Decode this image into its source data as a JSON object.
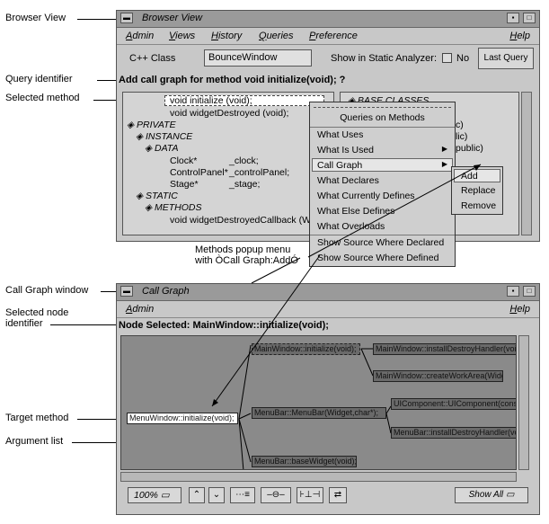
{
  "callouts": {
    "browser_view": "Browser View",
    "query_identifier": "Query identifier",
    "selected_method": "Selected method",
    "methods_popup_line1": "Methods popup menu",
    "methods_popup_line2": "with ÒCall Graph:AddÓ",
    "call_graph_window": "Call Graph window",
    "selected_node_line1": "Selected node",
    "selected_node_line2": "identifier",
    "target_method": "Target method",
    "argument_list": "Argument list"
  },
  "browser": {
    "title": "Browser View",
    "menus": [
      "Admin",
      "Views",
      "History",
      "Queries",
      "Preference"
    ],
    "help": "Help",
    "class_label": "C++ Class",
    "class_value": "BounceWindow",
    "static_label": "Show in Static Analyzer:",
    "static_no": "No",
    "last_query": "Last Query",
    "query_text": "Add call graph for method void initialize(void); ?",
    "tree": [
      "void      initialize      (void);",
      "void      widgetDestroyed   (void);",
      "PRIVATE",
      "INSTANCE",
      "DATA",
      "Clock*",
      "_clock;",
      "ControlPanel*",
      "_controlPanel;",
      "Stage*",
      "_stage;",
      "STATIC",
      "METHODS",
      "void widgetDestroyedCallback (Widg"
    ],
    "right_pane": [
      "BASE CLASSES",
      "c)",
      "lic)",
      "public)"
    ]
  },
  "popup": {
    "header": "Queries on Methods",
    "items": [
      "What Uses",
      "What Is Used",
      "Call Graph",
      "What Declares",
      "What Currently Defines",
      "What Else Defines",
      "What Overloads",
      "Show Source Where Declared",
      "Show Source Where Defined"
    ],
    "submenu": [
      "Add",
      "Replace",
      "Remove"
    ]
  },
  "callgraph": {
    "title": "Call Graph",
    "menu": "Admin",
    "help": "Help",
    "node_selected": "Node Selected: MainWindow::initialize(void);",
    "nodes": {
      "target": "MenuWindow::initialize(void);",
      "mw_init": "MainWindow::initialize(void);",
      "mw_install": "MainWindow::installDestroyHandler(void",
      "mw_create": "MainWindow::createWorkArea(Widget);",
      "menubar": "MenuBar::MenuBar(Widget,char*);",
      "uicomp": "UIComponent::UIComponent(const",
      "mb_install": "MenuBar::installDestroyHandler(vo",
      "mb_base": "MenuBar::baseWidget(void);"
    },
    "zoom": "100%",
    "show_all": "Show All"
  },
  "icons": {
    "window_menu": "window-menu-icon",
    "minimize": "minimize-icon",
    "maximize": "maximize-icon",
    "triangle": "disclosure-triangle-icon",
    "submenu_arrow": "submenu-arrow-icon"
  }
}
